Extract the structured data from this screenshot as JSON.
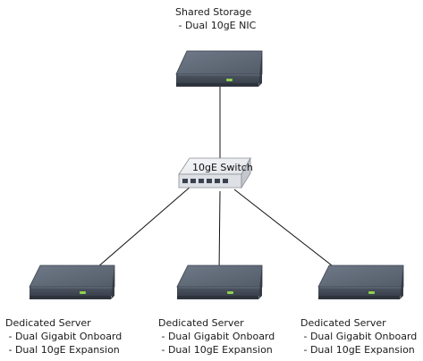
{
  "storage": {
    "title": "Shared Storage",
    "detail": " - Dual 10gE NIC",
    "led_color": "#8fd14f"
  },
  "switch": {
    "label": "10gE Switch",
    "body_color": "#e9ebee",
    "port_color": "#3a4250"
  },
  "servers": [
    {
      "title": "Dedicated Server",
      "details": [
        " - Dual Gigabit Onboard",
        " - Dual 10gE Expansion"
      ]
    },
    {
      "title": "Dedicated Server",
      "details": [
        " - Dual Gigabit Onboard",
        " - Dual 10gE Expansion"
      ]
    },
    {
      "title": "Dedicated Server",
      "details": [
        " - Dual Gigabit Onboard",
        " - Dual 10gE Expansion"
      ]
    }
  ],
  "colors": {
    "device_top": "#5f6977",
    "device_front": "#454d59",
    "device_side": "#363c46",
    "link": "#111111",
    "led": "#8fd14f"
  },
  "icons": {
    "storage": "storage-appliance-icon",
    "switch": "network-switch-icon",
    "server": "rack-server-icon"
  }
}
